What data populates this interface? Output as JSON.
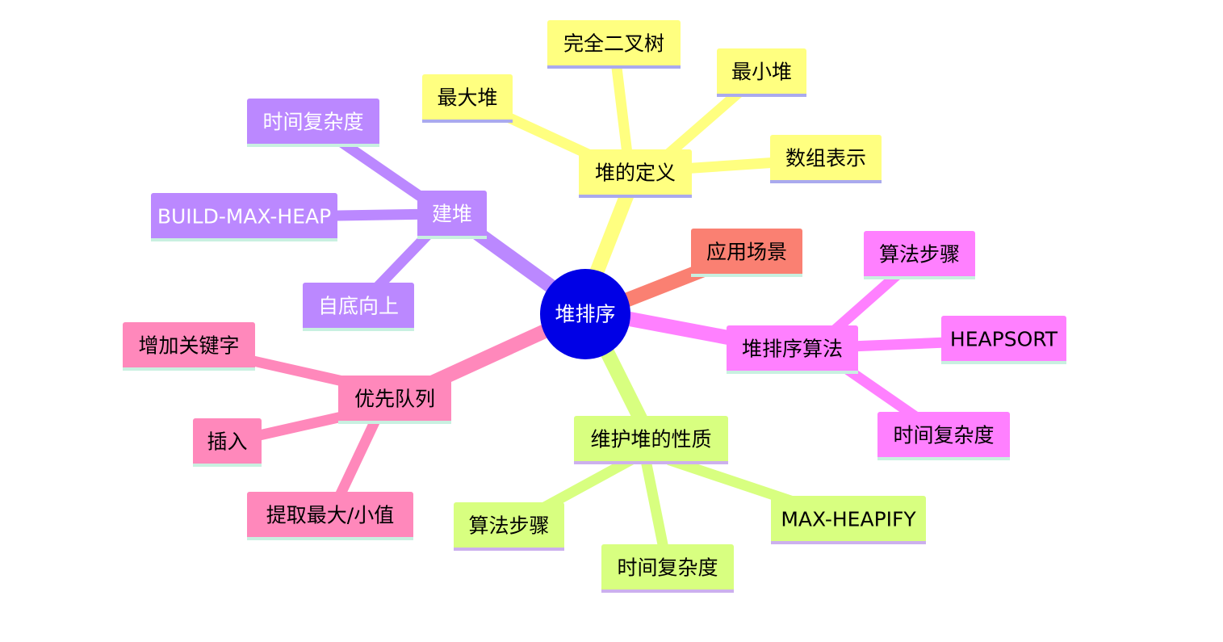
{
  "mindmap": {
    "root": {
      "label": "堆排序",
      "fill": "#0000e6",
      "text_color": "#ffffff"
    },
    "branches": [
      {
        "label": "堆的定义",
        "color": "#ffff80",
        "text_color": "#000000",
        "underline": "#aaaaee",
        "children": [
          "完全二叉树",
          "最大堆",
          "最小堆",
          "数组表示"
        ]
      },
      {
        "label": "应用场景",
        "color": "#fa8072",
        "text_color": "#000000",
        "underline": "#c8f0e0",
        "children": []
      },
      {
        "label": "堆排序算法",
        "color": "#ff80ff",
        "text_color": "#000000",
        "underline": "#c8f0e0",
        "children": [
          "算法步骤",
          "HEAPSORT",
          "时间复杂度"
        ]
      },
      {
        "label": "维护堆的性质",
        "color": "#d8ff80",
        "text_color": "#000000",
        "underline": "#ccb0ee",
        "children": [
          "算法步骤",
          "时间复杂度",
          "MAX-HEAPIFY"
        ]
      },
      {
        "label": "优先队列",
        "color": "#ff88bb",
        "text_color": "#000000",
        "underline": "#c8f0e0",
        "children": [
          "增加关键字",
          "插入",
          "提取最大/小值"
        ]
      },
      {
        "label": "建堆",
        "color": "#bb88ff",
        "text_color": "#ffffff",
        "underline": "#c8f0e0",
        "children": [
          "时间复杂度",
          "BUILD-MAX-HEAP",
          "自底向上"
        ]
      }
    ]
  }
}
